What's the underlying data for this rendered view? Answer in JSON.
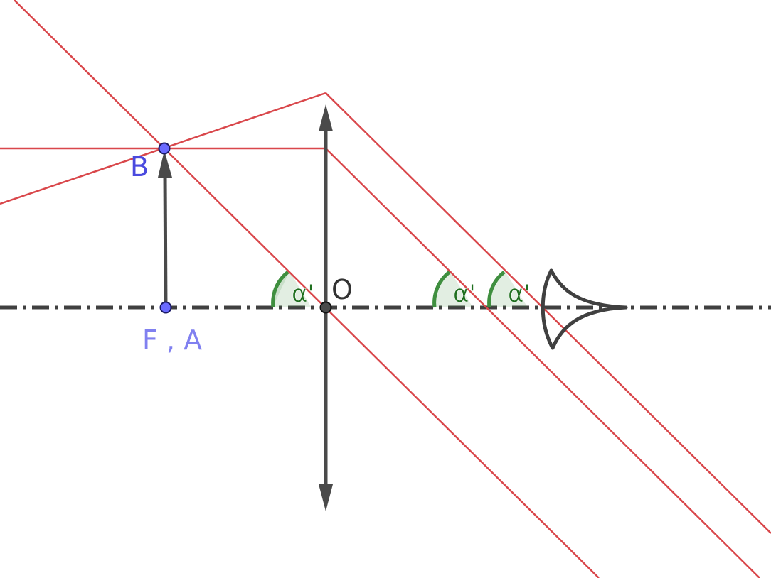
{
  "colors": {
    "ray": "#d9474b",
    "axis": "#404040",
    "lens": "#4a4a4a",
    "object_arrow": "#4a4a4a",
    "point_fill": "#6a6aff",
    "point_stroke": "#1a1a66",
    "center_fill": "#4a4a4a",
    "label_blue": "#4a4adf",
    "label_light_blue": "#8080f0",
    "angle_stroke": "#3f8f3f",
    "angle_fill": "#3f8f3f",
    "angle_text": "#1f6f1f",
    "eye": "#404040"
  },
  "labels": {
    "point_b": "B",
    "point_fa": "F , A",
    "center_o": "O",
    "angle_1": "α'",
    "angle_2": "α'",
    "angle_3": "α'"
  }
}
